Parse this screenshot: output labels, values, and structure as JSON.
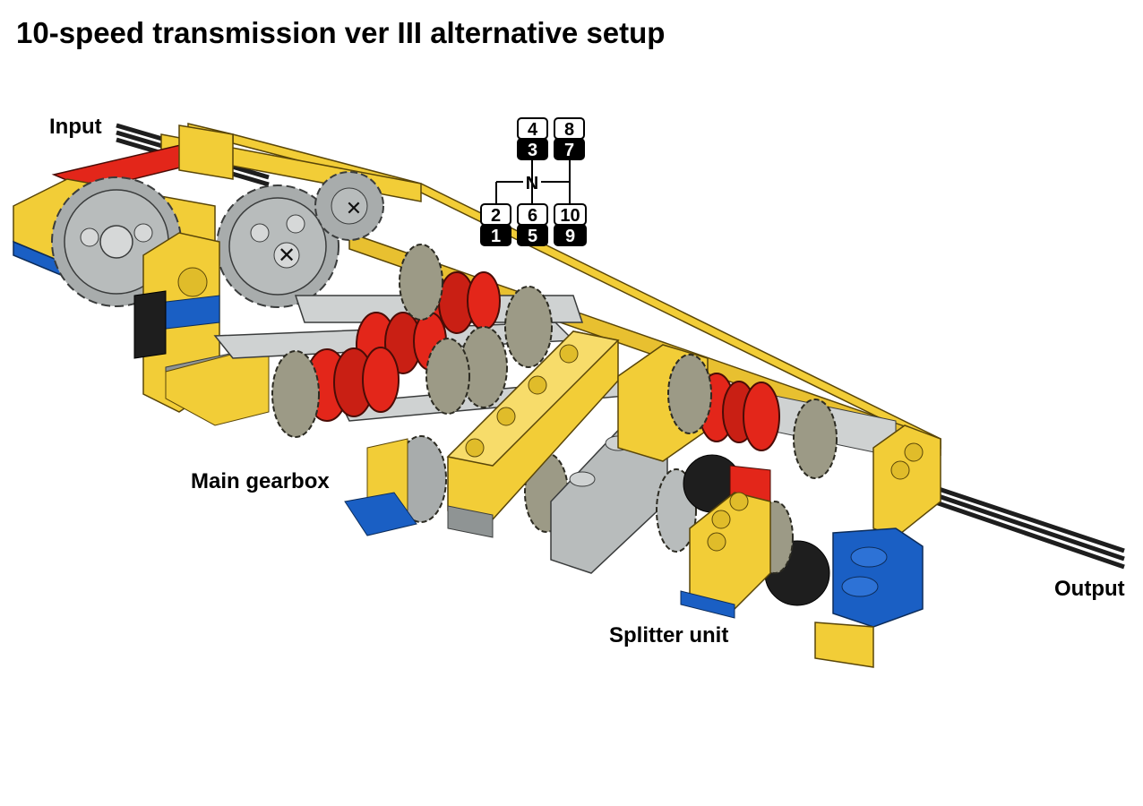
{
  "title": "10-speed transmission ver III alternative setup",
  "labels": {
    "input": "Input",
    "main_gearbox": "Main gearbox",
    "splitter_unit": "Splitter unit",
    "output": "Output"
  },
  "shift_pattern": {
    "neutral": "N",
    "top_row": [
      {
        "upper": "4",
        "lower": "3"
      },
      {
        "upper": "8",
        "lower": "7"
      }
    ],
    "bottom_row": [
      {
        "upper": "2",
        "lower": "1"
      },
      {
        "upper": "6",
        "lower": "5"
      },
      {
        "upper": "10",
        "lower": "9"
      }
    ]
  },
  "colors": {
    "yellow": "#f2cd37",
    "yellow_dark": "#d9ad1f",
    "red": "#e3261a",
    "red_dark": "#a51a10",
    "blue": "#1a5fc4",
    "gray": "#b8bcbc",
    "gray_dark": "#8a8e8e",
    "black": "#1e1e1e",
    "tan_gear": "#9c9a86"
  }
}
